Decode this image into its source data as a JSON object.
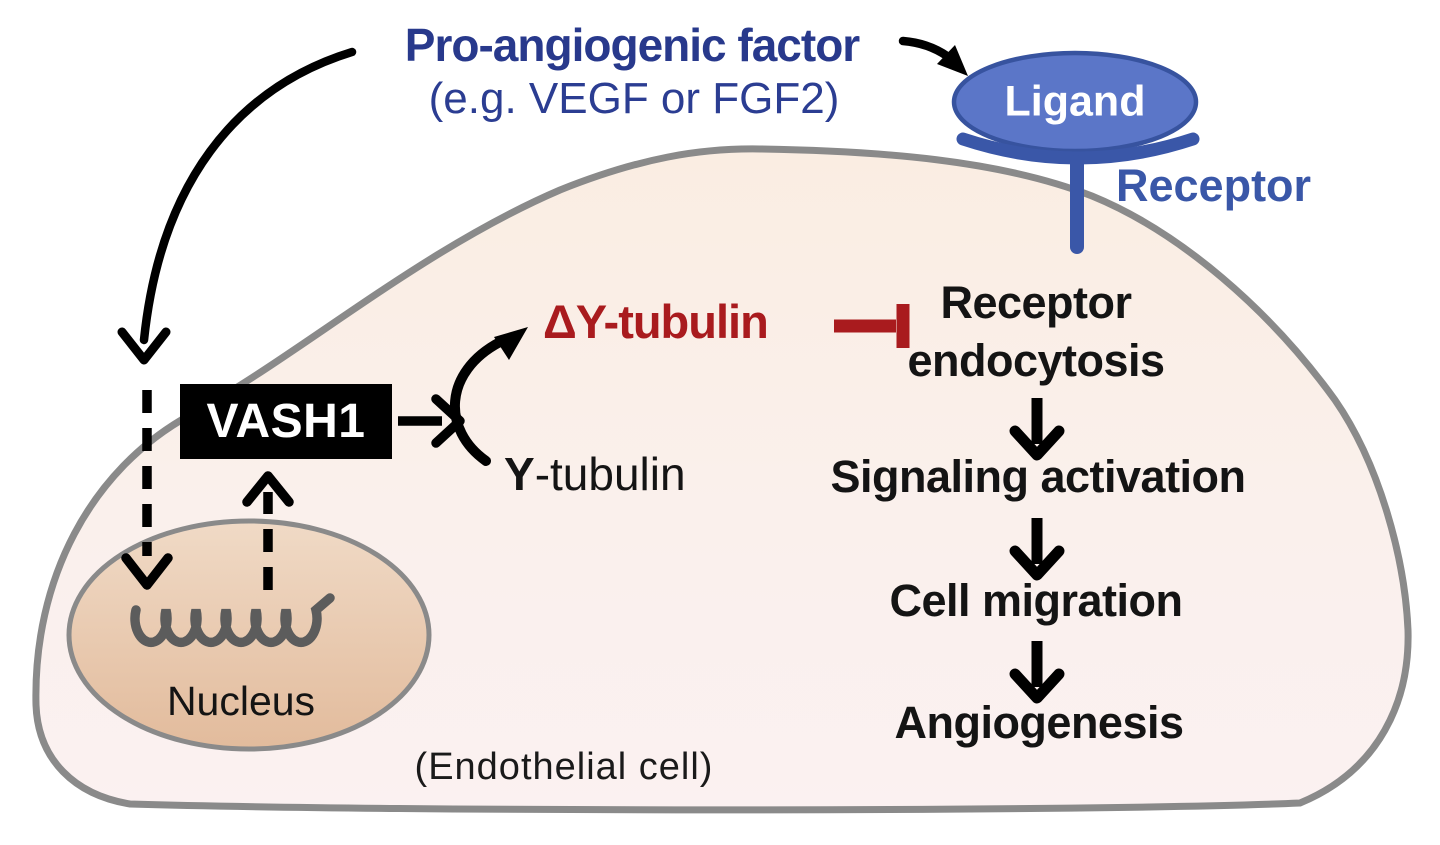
{
  "title": {
    "line1": "Pro-angiogenic factor",
    "line2": "(e.g. VEGF or FGF2)"
  },
  "membrane_unit": {
    "ligand_label": "Ligand",
    "receptor_label": "Receptor"
  },
  "tubulin": {
    "modified_label": "ΔY-tubulin",
    "native_prefix": "Y",
    "native_suffix": "-tubulin"
  },
  "vash1_label": "VASH1",
  "nucleus_label": "Nucleus",
  "cell_caption": "(Endothelial cell)",
  "cascade": {
    "step1": "Receptor\nendocytosis",
    "step2": "Signaling activation",
    "step3": "Cell migration",
    "step4": "Angiogenesis"
  },
  "relations": [
    {
      "from": "Pro-angiogenic factor",
      "to": "Ligand",
      "type": "activation",
      "style": "solid-curved-arrow"
    },
    {
      "from": "Pro-angiogenic factor",
      "to": "Nucleus",
      "type": "induction",
      "style": "solid-then-dashed-arrow"
    },
    {
      "from": "Nucleus",
      "to": "VASH1",
      "type": "expression",
      "style": "dashed-arrow"
    },
    {
      "from": "VASH1",
      "to": "tubulin-conversion",
      "type": "catalysis",
      "style": "solid-arrow"
    },
    {
      "from": "Y-tubulin",
      "to": "ΔY-tubulin",
      "type": "conversion",
      "style": "curved-arrow"
    },
    {
      "from": "ΔY-tubulin",
      "to": "Receptor endocytosis",
      "type": "inhibition",
      "style": "t-bar"
    },
    {
      "from": "Receptor endocytosis",
      "to": "Signaling activation",
      "type": "activation",
      "style": "down-arrow"
    },
    {
      "from": "Signaling activation",
      "to": "Cell migration",
      "type": "activation",
      "style": "down-arrow"
    },
    {
      "from": "Cell migration",
      "to": "Angiogenesis",
      "type": "activation",
      "style": "down-arrow"
    }
  ],
  "colors": {
    "title_navy": "#28398C",
    "receptor_blue": "#3A57A8",
    "ligand_fill": "#5B76C8",
    "ligand_stroke": "#37539F",
    "inhibition_red": "#A91B1E",
    "membrane_gray": "#8A8A8A",
    "cell_fill_top": "#FAEDE2",
    "cell_fill_bottom": "#FBF1F1",
    "nucleus_fill": "#E6C2A4",
    "dna_coil_gray": "#5C5C5C",
    "vash1_box": "#000000",
    "text_black": "#141414"
  }
}
